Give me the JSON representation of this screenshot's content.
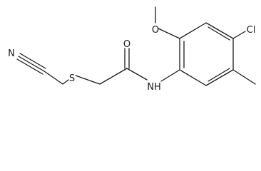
{
  "labels": {
    "nitrile_n": "N",
    "sulfur": "S",
    "carbonyl_o": "O",
    "amide_nh": "NH",
    "methoxy_o": "O",
    "chloro": "Cl"
  }
}
